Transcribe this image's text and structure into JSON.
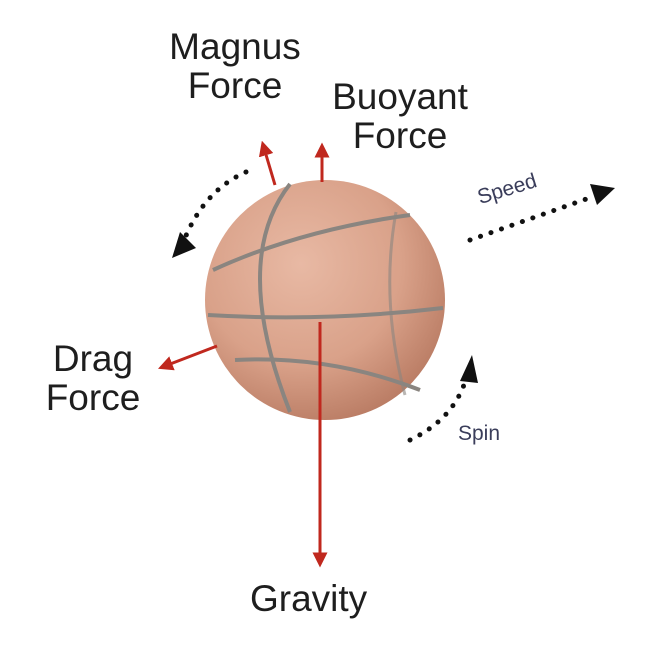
{
  "labels": {
    "magnus": "Magnus\nForce",
    "buoyant": "Buoyant\nForce",
    "drag": "Drag\nForce",
    "gravity": "Gravity",
    "speed": "Speed",
    "spin": "Spin"
  },
  "colors": {
    "ball": "#d9a189",
    "ball_shade": "#b87a62",
    "seam": "#8a8580",
    "force_arrow": "#c0281e",
    "motion_arrow": "#111111"
  }
}
